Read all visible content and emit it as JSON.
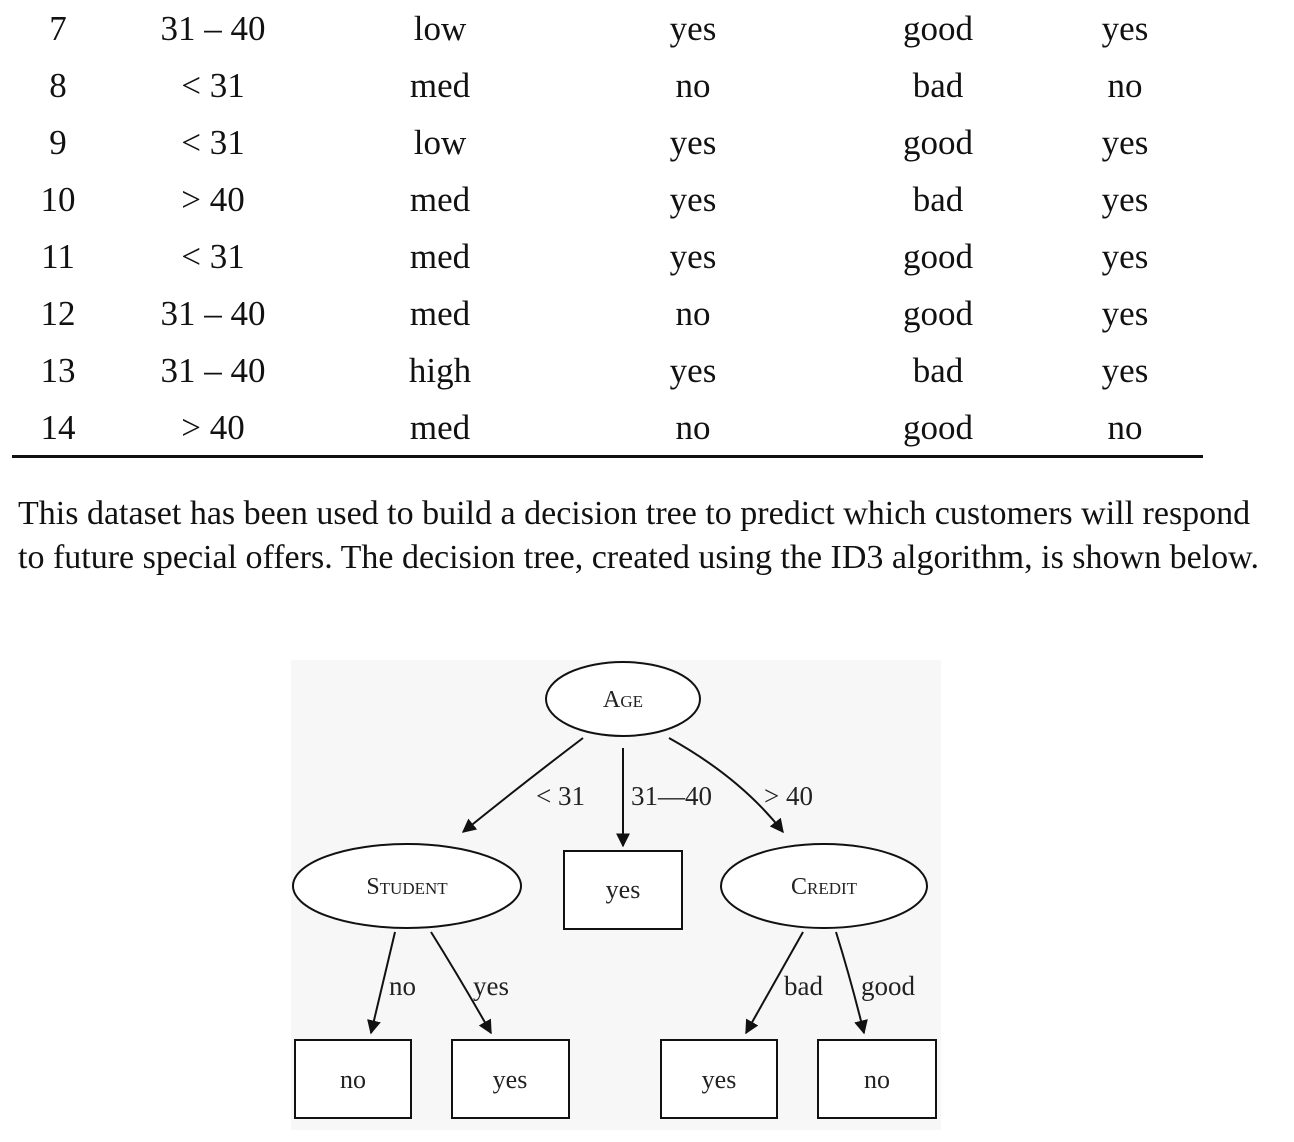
{
  "table": {
    "rows": [
      [
        "7",
        "31 – 40",
        "low",
        "yes",
        "good",
        "yes"
      ],
      [
        "8",
        "< 31",
        "med",
        "no",
        "bad",
        "no"
      ],
      [
        "9",
        "< 31",
        "low",
        "yes",
        "good",
        "yes"
      ],
      [
        "10",
        "> 40",
        "med",
        "yes",
        "bad",
        "yes"
      ],
      [
        "11",
        "< 31",
        "med",
        "yes",
        "good",
        "yes"
      ],
      [
        "12",
        "31 – 40",
        "med",
        "no",
        "good",
        "yes"
      ],
      [
        "13",
        "31 – 40",
        "high",
        "yes",
        "bad",
        "yes"
      ],
      [
        "14",
        "> 40",
        "med",
        "no",
        "good",
        "no"
      ]
    ]
  },
  "paragraph": "This dataset has been used to build a decision tree to predict which customers will respond to future special offers. The decision tree, created using the ID3 algorithm, is shown below.",
  "tree": {
    "nodes": {
      "age": "Age",
      "student": "Student",
      "credit": "Credit",
      "leaf_mid": "yes",
      "leaf_student_no": "no",
      "leaf_student_yes": "yes",
      "leaf_credit_bad": "yes",
      "leaf_credit_good": "no"
    },
    "edges": {
      "age_lt31": "< 31",
      "age_31_40": "31—40",
      "age_gt40": "> 40",
      "student_no": "no",
      "student_yes": "yes",
      "credit_bad": "bad",
      "credit_good": "good"
    }
  }
}
